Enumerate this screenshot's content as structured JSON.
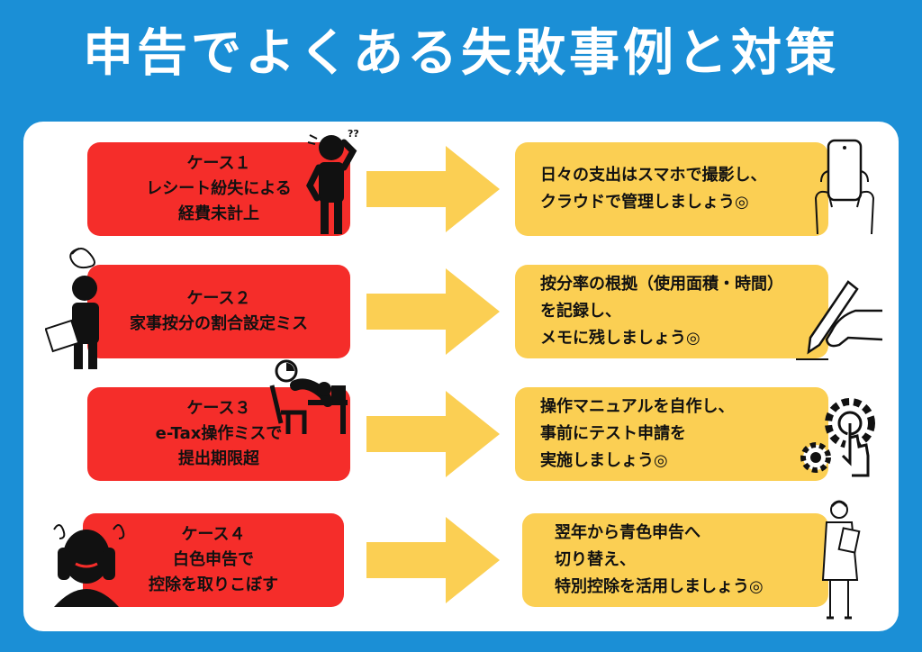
{
  "title": "申告でよくある失敗事例と対策",
  "cases": [
    {
      "lines": [
        "ケース１",
        "レシート紛失による",
        "経費未計上"
      ]
    },
    {
      "lines": [
        "ケース２",
        "家事按分の割合設定ミス"
      ]
    },
    {
      "lines": [
        "ケース３",
        "e-Tax操作ミスで",
        "提出期限超"
      ]
    },
    {
      "lines": [
        "ケース４",
        "白色申告で",
        "控除を取りこぼす"
      ]
    }
  ],
  "solutions": [
    {
      "lines": [
        "日々の支出はスマホで撮影し、",
        "クラウドで管理しましょう◎"
      ]
    },
    {
      "lines": [
        "按分率の根拠（使用面積・時間）",
        "を記録し、",
        "メモに残しましょう◎"
      ]
    },
    {
      "lines": [
        "操作マニュアルを自作し、",
        "事前にテスト申請を",
        "実施しましょう◎"
      ]
    },
    {
      "lines": [
        "翌年から青色申告へ",
        "切り替え、",
        "特別控除を活用しましょう◎"
      ]
    }
  ],
  "figure_text": {
    "question_marks": "??"
  },
  "colors": {
    "background": "#1b8fd6",
    "case_box": "#f52d2a",
    "solution_box": "#fbcf53",
    "arrow": "#fbcf53",
    "card": "#ffffff"
  },
  "icons": [
    "confused-person-icon",
    "dizzy-person-with-document-icon",
    "exhausted-person-at-desk-icon",
    "stressed-person-covering-ears-icon",
    "hands-holding-smartphone-icon",
    "hand-writing-with-pen-icon",
    "gears-with-tapping-hand-icon",
    "woman-holding-tablet-icon",
    "right-arrow-icon"
  ]
}
